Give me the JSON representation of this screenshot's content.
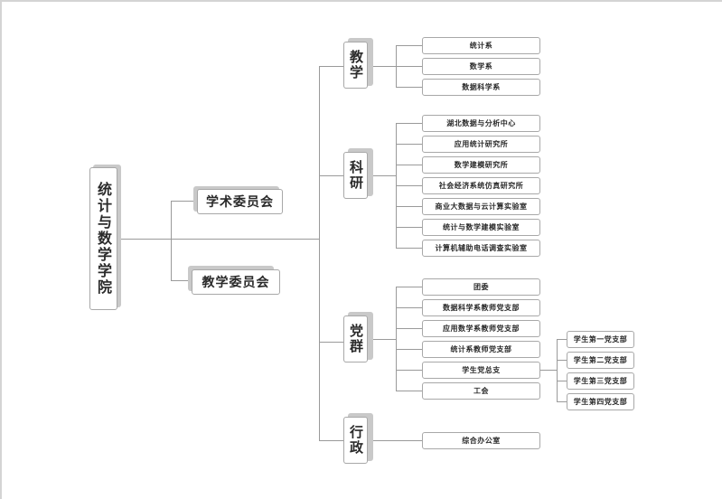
{
  "root": {
    "label": "统计与数学学院"
  },
  "committees": [
    {
      "label": "学术委员会"
    },
    {
      "label": "教学委员会"
    }
  ],
  "categories": [
    {
      "label": "教学",
      "items": [
        {
          "label": "统计系"
        },
        {
          "label": "数学系"
        },
        {
          "label": "数据科学系"
        }
      ]
    },
    {
      "label": "科研",
      "items": [
        {
          "label": "湖北数据与分析中心"
        },
        {
          "label": "应用统计研究所"
        },
        {
          "label": "数学建模研究所"
        },
        {
          "label": "社会经济系统仿真研究所"
        },
        {
          "label": "商业大数据与云计算实验室"
        },
        {
          "label": "统计与数学建模实验室"
        },
        {
          "label": "计算机辅助电话调查实验室"
        }
      ]
    },
    {
      "label": "党群",
      "items": [
        {
          "label": "团委"
        },
        {
          "label": "数据科学系教师党支部"
        },
        {
          "label": "应用数学系教师党支部"
        },
        {
          "label": "统计系教师党支部"
        },
        {
          "label": "学生党总支"
        },
        {
          "label": "工会"
        }
      ],
      "sub_branches": [
        {
          "label": "学生第一党支部"
        },
        {
          "label": "学生第二党支部"
        },
        {
          "label": "学生第三党支部"
        },
        {
          "label": "学生第四党支部"
        }
      ]
    },
    {
      "label": "行政",
      "items": [
        {
          "label": "综合办公室"
        }
      ]
    }
  ]
}
